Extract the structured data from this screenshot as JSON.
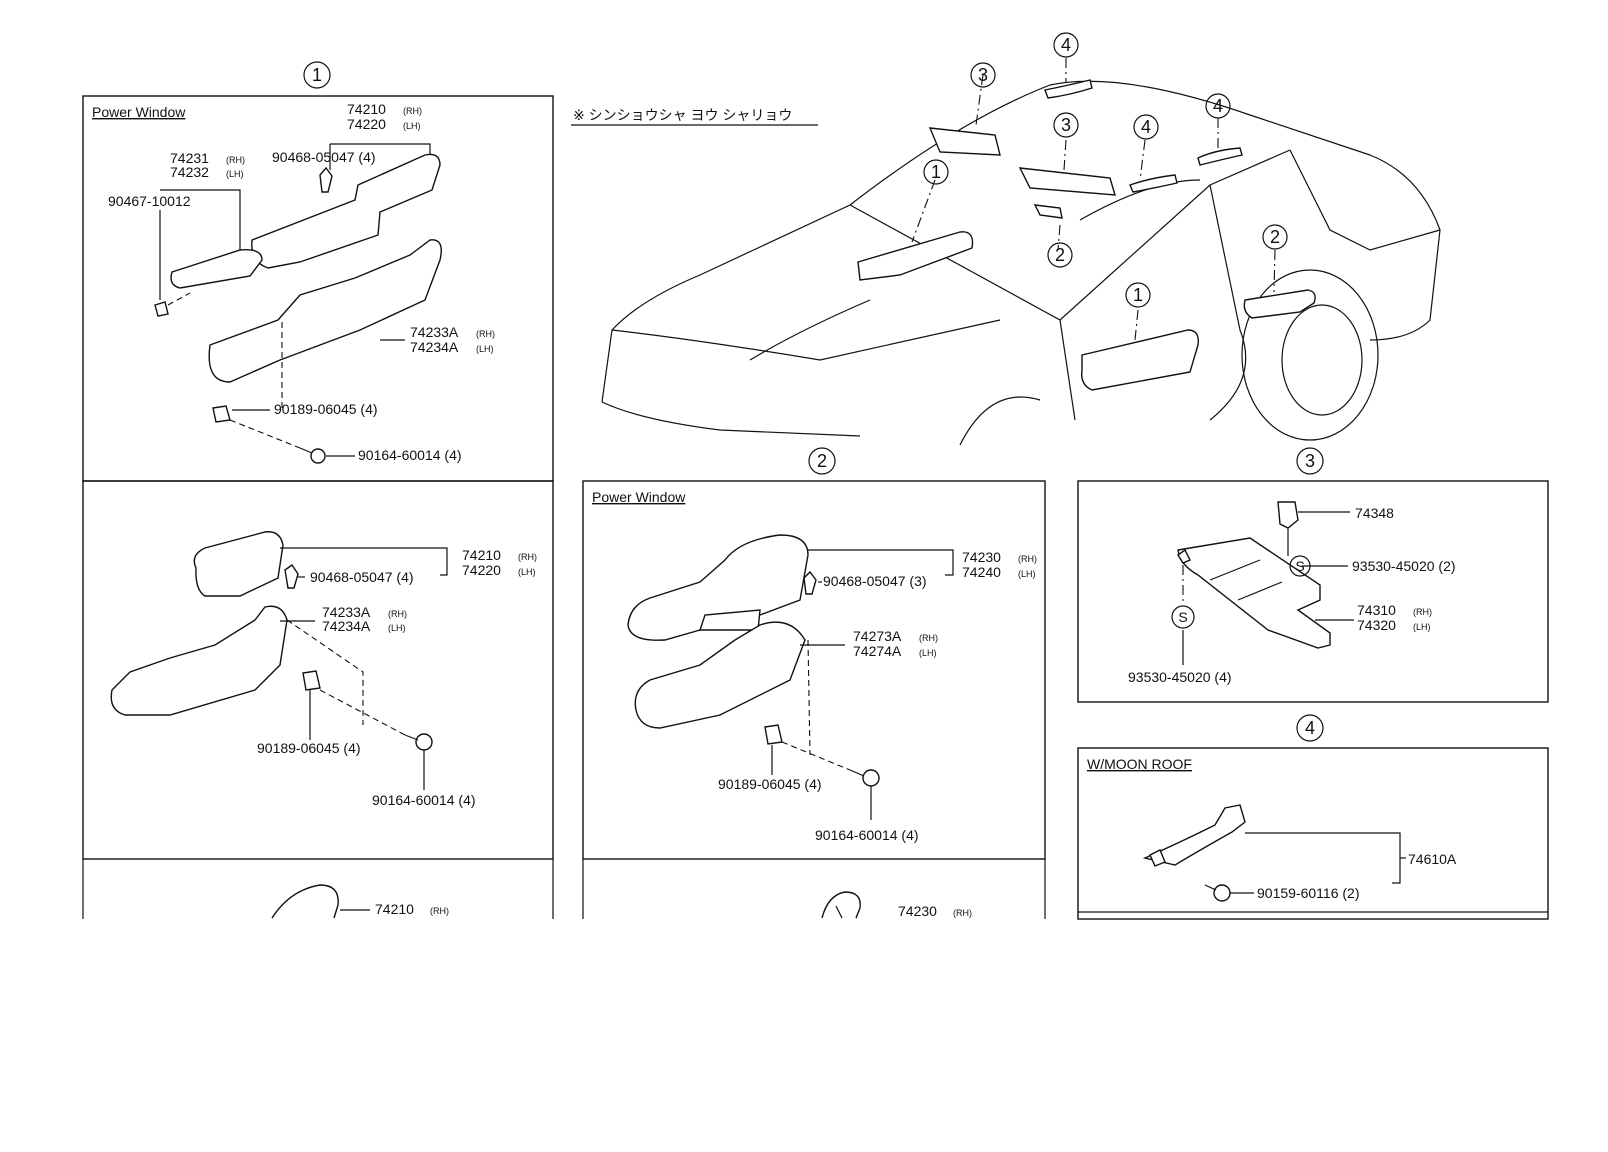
{
  "diagram": {
    "note_jp": "※ シンショウシャ ヨウ シャリョウ",
    "section_numbers": [
      "1",
      "2",
      "3",
      "4"
    ],
    "panel_1_top": {
      "header": "Power Window",
      "labels": {
        "p74210": "74210",
        "p74220": "74220",
        "p74231": "74231",
        "p74232": "74232",
        "p90468": "90468-05047 (4)",
        "p90467": "90467-10012",
        "p74233": "74233A",
        "p74234": "74234A",
        "p90189": "90189-06045 (4)",
        "p90164": "90164-60014 (4)"
      }
    },
    "panel_1_mid": {
      "labels": {
        "p74210": "74210",
        "p74220": "74220",
        "p90468": "90468-05047 (4)",
        "p74233": "74233A",
        "p74234": "74234A",
        "p90189": "90189-06045 (4)",
        "p90164": "90164-60014 (4)"
      }
    },
    "panel_1_bot": {
      "labels": {
        "p74210": "74210"
      }
    },
    "panel_2": {
      "header": "Power Window",
      "labels": {
        "p74230": "74230",
        "p74240": "74240",
        "p90468": "90468-05047 (3)",
        "p74273": "74273A",
        "p74274": "74274A",
        "p90189": "90189-06045 (4)",
        "p90164": "90164-60014 (4)"
      }
    },
    "panel_2_bot": {
      "labels": {
        "p74230": "74230"
      }
    },
    "panel_3": {
      "labels": {
        "p74348": "74348",
        "p93530a": "93530-45020 (2)",
        "p74310": "74310",
        "p74320": "74320",
        "p93530b": "93530-45020 (4)",
        "s_mark": "S"
      }
    },
    "panel_4": {
      "header": "W/MOON ROOF",
      "labels": {
        "p74610": "74610A",
        "p90159": "90159-60116 (2)"
      }
    },
    "side": {
      "rh": "(RH)",
      "lh": "(LH)"
    }
  }
}
